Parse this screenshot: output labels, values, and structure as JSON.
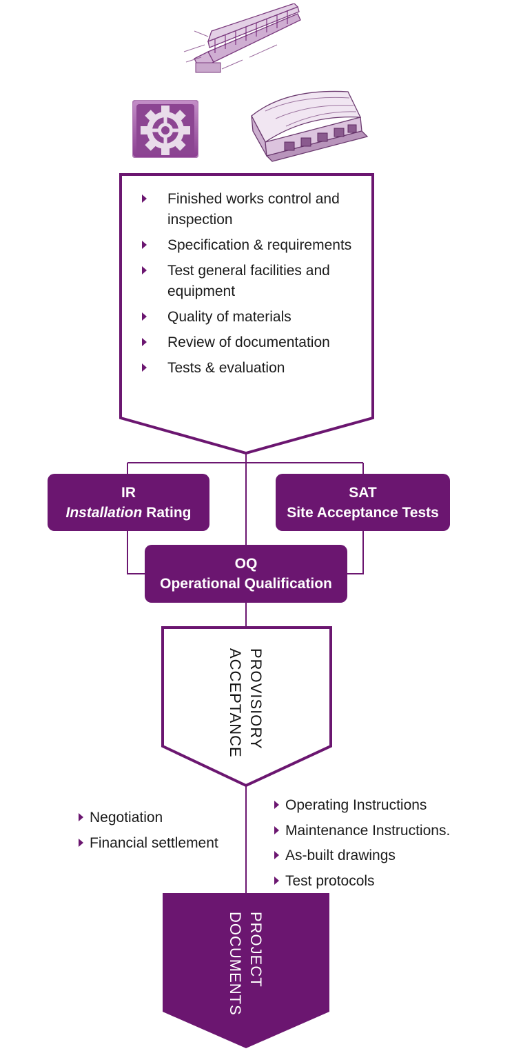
{
  "colors": {
    "accent": "#6b1670",
    "tint": "#b07cb4",
    "light": "#e3d0e5"
  },
  "checklist": [
    "Finished works control and inspection",
    "Specification & requirements",
    "Test general facilities and equipment",
    "Quality of materials",
    "Review of documentation",
    "Tests & evaluation"
  ],
  "boxes": {
    "ir": {
      "title": "IR",
      "subtitle_italic": "Installation",
      "subtitle_rest": " Rating"
    },
    "sat": {
      "title": "SAT",
      "subtitle": "Site Acceptance Tests"
    },
    "oq": {
      "title": "OQ",
      "subtitle": "Operational Qualification"
    }
  },
  "provisory": {
    "line1": "PROVISIORY",
    "line2": "ACCEPTANCE"
  },
  "left_items": [
    "Negotiation",
    "Financial settlement"
  ],
  "right_items": [
    "Operating Instructions",
    "Maintenance Instructions.",
    "As-built drawings",
    "Test protocols"
  ],
  "project": {
    "line1": "PROJECT",
    "line2": "DOCUMENTS"
  },
  "icons": [
    "conveyor-line-icon",
    "settings-gear-icon",
    "warehouse-building-icon",
    "bullet-arrow-icon"
  ]
}
